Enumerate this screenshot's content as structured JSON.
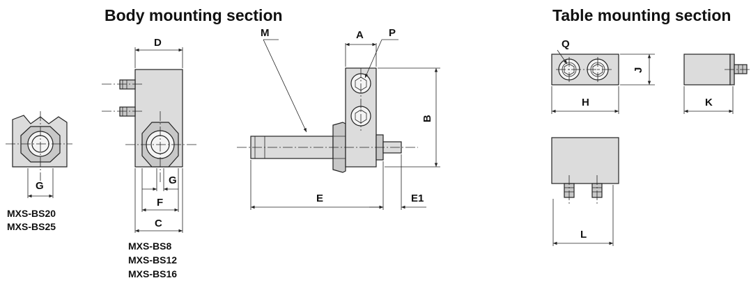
{
  "titles": {
    "body": "Body mounting section",
    "table": "Table mounting section"
  },
  "labels": {
    "D": "D",
    "M": "M",
    "A": "A",
    "P": "P",
    "B": "B",
    "E": "E",
    "E1": "E1",
    "G_left": "G",
    "G_mid": "G",
    "F": "F",
    "C": "C",
    "Q": "Q",
    "J": "J",
    "H": "H",
    "K": "K",
    "L": "L"
  },
  "models": {
    "left": [
      "MXS-BS20",
      "MXS-BS25"
    ],
    "mid": [
      "MXS-BS8",
      "MXS-BS12",
      "MXS-BS16"
    ]
  }
}
